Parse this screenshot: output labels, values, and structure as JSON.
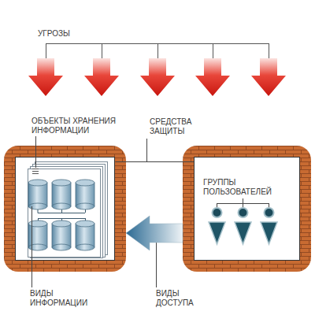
{
  "diagram": {
    "nodes": [
      {
        "text": [
          "ОБЪЕКТЫ ХРАНЕНИЯ ИНФОРМАЦИИ"
        ]
      },
      {
        "text": [
          "ГРУППЫ ПОЛЬЗОВАТЕЛЕЙ"
        ]
      }
    ],
    "edges": [
      {
        "from": 1,
        "to": 0,
        "arrow": "to"
      }
    ],
    "labels": [
      "УГРОЗЫ",
      "СРЕДСТВА ЗАЩИТЫ",
      "ВИДЫ ИНФОРМАЦИИ",
      "ВИДЫ ДОСТУПА"
    ]
  }
}
